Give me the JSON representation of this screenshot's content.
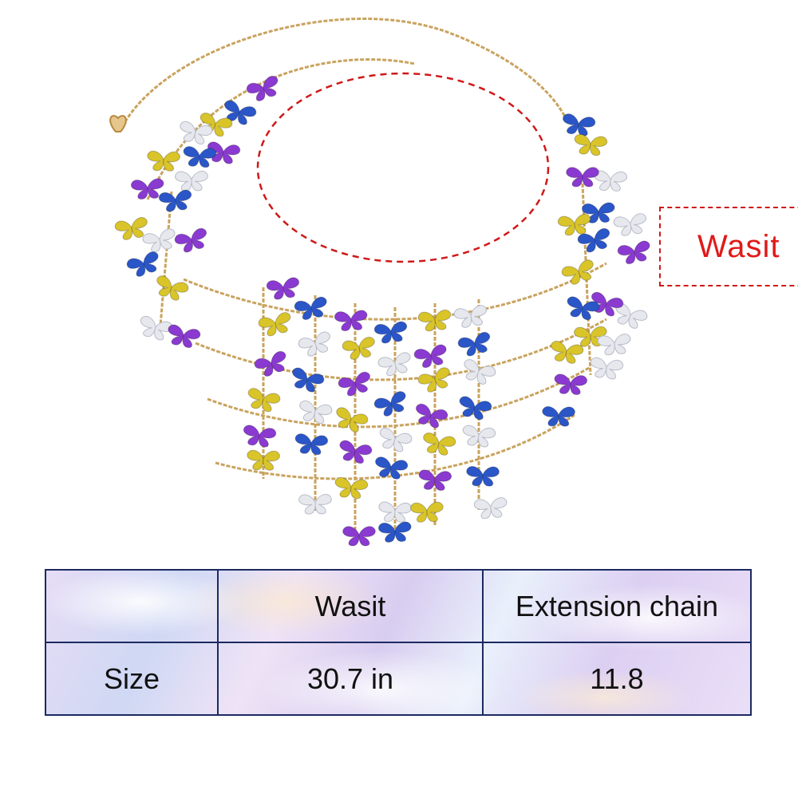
{
  "callout": {
    "label": "Wasit"
  },
  "table": {
    "header": [
      "",
      "Wasit",
      "Extension chain"
    ],
    "rows": [
      [
        "Size",
        "30.7 in",
        "11.8"
      ]
    ]
  },
  "colors": {
    "callout_red": "#e01a1a",
    "table_border": "#1c2a60",
    "butterfly_purple": "#8a3ad0",
    "butterfly_blue": "#2a56c8",
    "butterfly_yellow": "#d9c42a",
    "butterfly_white": "#e6e8ee",
    "chain_gold": "#c9a35e"
  },
  "image": {
    "subject": "butterfly-waist-chain-icon"
  }
}
